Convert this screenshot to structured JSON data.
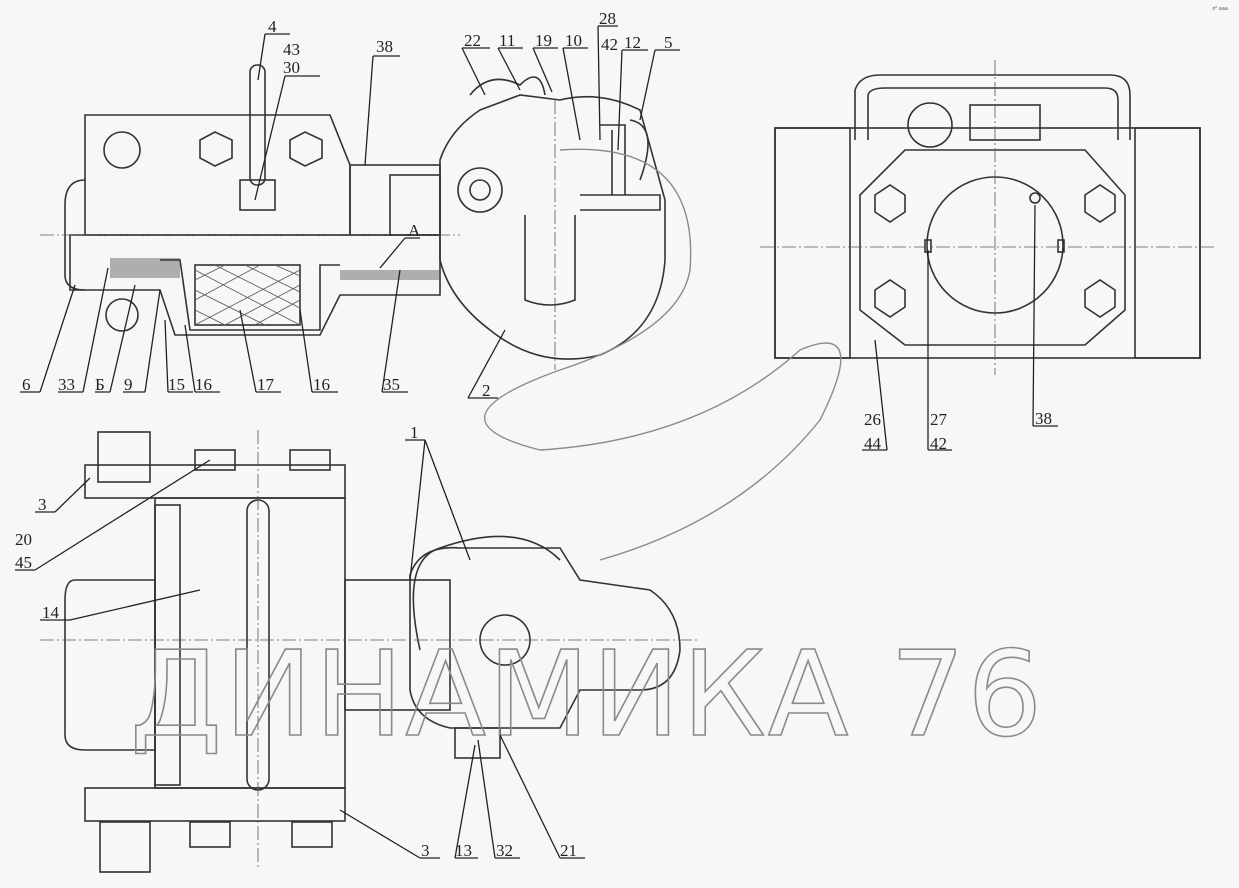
{
  "drawing": {
    "corner_mark": "л⁰ ааа",
    "watermark": "ДИНАМИКА 76",
    "section_marks": {
      "a": "А",
      "b": "Б"
    },
    "top_view_labels": {
      "l4": "4",
      "l43": "43",
      "l30": "30",
      "l38": "38",
      "l22": "22",
      "l11": "11",
      "l19": "19",
      "l10": "10",
      "l28": "28",
      "l42": "42",
      "l12": "12",
      "l5": "5",
      "l6": "6",
      "l33": "33",
      "l9": "9",
      "l15": "15",
      "l16a": "16",
      "l17": "17",
      "l16b": "16",
      "l35": "35",
      "l2": "2"
    },
    "end_view_labels": {
      "l26": "26",
      "l44": "44",
      "l27": "27",
      "l42": "42",
      "l38": "38"
    },
    "plan_view_labels": {
      "l1": "1",
      "l3a": "3",
      "l20": "20",
      "l45": "45",
      "l14": "14",
      "l3b": "3",
      "l13": "13",
      "l32": "32",
      "l21": "21"
    }
  }
}
